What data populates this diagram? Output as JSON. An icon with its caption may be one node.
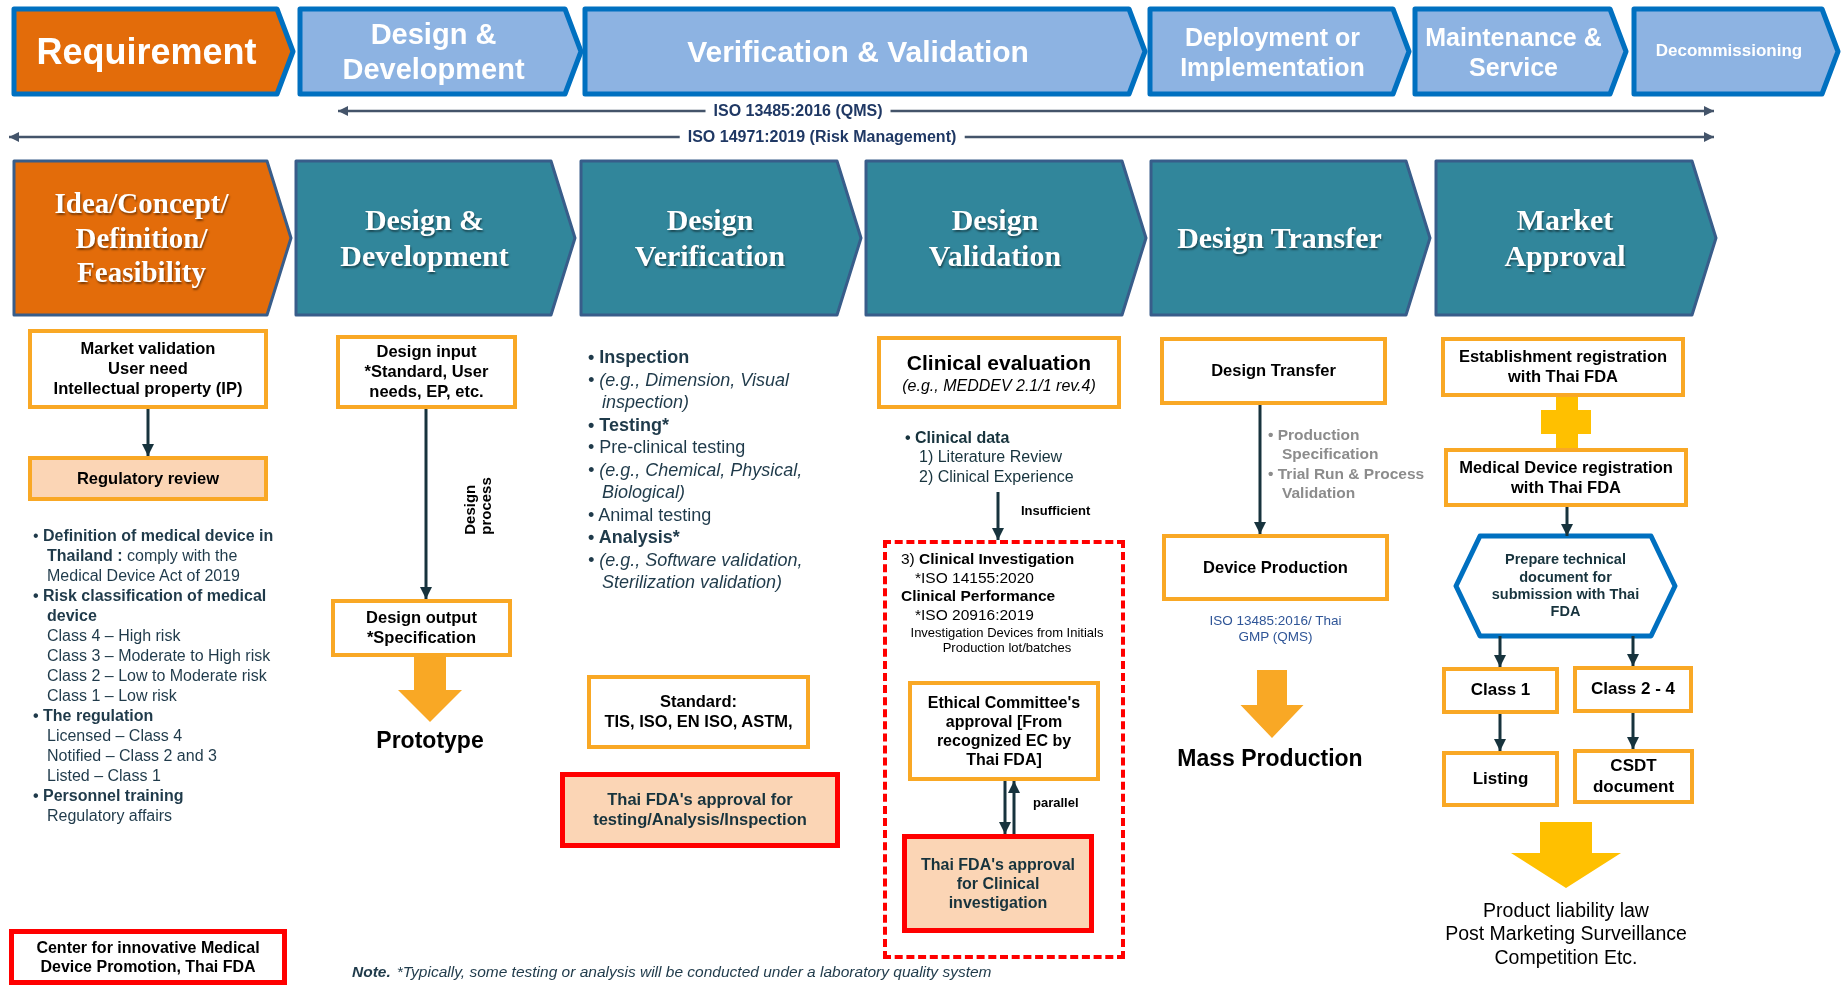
{
  "diagram": {
    "nodes": [
      {
        "text": [
          "Requirement"
        ]
      },
      {
        "text": [
          "Design & Development"
        ]
      },
      {
        "text": [
          "Verification & Validation"
        ]
      },
      {
        "text": [
          "Deployment or Implementation"
        ]
      },
      {
        "text": [
          "Maintenance & Service"
        ]
      },
      {
        "text": [
          "Decommissioning"
        ]
      },
      {
        "text": [
          "Idea/Concept/ Definition/ Feasibility"
        ]
      },
      {
        "text": [
          "Design & Development"
        ]
      },
      {
        "text": [
          "Design Verification"
        ]
      },
      {
        "text": [
          "Design Validation"
        ]
      },
      {
        "text": [
          "Design Transfer"
        ]
      },
      {
        "text": [
          "Market Approval"
        ]
      },
      {
        "text": [
          "Market validation",
          "User need",
          "Intellectual property (IP)"
        ]
      },
      {
        "text": [
          "Regulatory review"
        ]
      },
      {
        "text": [
          "Center for innovative Medical Device Promotion, Thai FDA"
        ]
      },
      {
        "text": [
          "Design input",
          "*Standard, User needs, EP, etc."
        ]
      },
      {
        "text": [
          "Design output",
          "*Specification"
        ]
      },
      {
        "text": [
          "Prototype"
        ]
      },
      {
        "text": [
          "Standard:",
          "TIS, ISO, EN ISO, ASTM,"
        ]
      },
      {
        "text": [
          "Thai FDA's approval for testing/Analysis/Inspection"
        ]
      },
      {
        "text": [
          "Clinical evaluation",
          "(e.g., MEDDEV 2.1/1 rev.4)"
        ]
      },
      {
        "text": [
          "• Clinical data",
          "1) Literature Review",
          "2) Clinical Experience"
        ]
      },
      {
        "text": [
          "3) **Clinical Investigation**",
          "*ISO 14155:2020",
          "Clinical Performance",
          "*ISO 20916:2019",
          "Investigation Devices from Initials Production lot/batches"
        ]
      },
      {
        "text": [
          "Ethical Committee's approval [From recognized EC by Thai FDA]"
        ],
        "in": 22
      },
      {
        "text": [
          "Thai FDA's approval for Clinical investigation"
        ],
        "in": 22
      },
      {
        "text": [
          "Design Transfer"
        ]
      },
      {
        "text": [
          "Device Production"
        ],
        "beside": [
          "ISO 13485:2016/ Thai GMP (QMS)"
        ]
      },
      {
        "text": [
          "Mass Production"
        ]
      },
      {
        "text": [
          "Establishment registration with Thai FDA"
        ]
      },
      {
        "text": [
          "Medical Device registration with Thai FDA"
        ]
      },
      {
        "text": [
          "Prepare technical document for submission with Thai FDA"
        ]
      },
      {
        "text": [
          "Class 1"
        ]
      },
      {
        "text": [
          "Class 2 - 4"
        ]
      },
      {
        "text": [
          "Listing"
        ]
      },
      {
        "text": [
          "CSDT document"
        ]
      },
      {
        "text": [
          "Product liability law",
          "Post Marketing Surveillance",
          "Competition Etc."
        ]
      }
    ],
    "edges": [
      {
        "from": 12,
        "to": 13,
        "arrow": "to"
      },
      {
        "from": 15,
        "to": 16,
        "arrow": "to",
        "label": "Design process"
      },
      {
        "from": 16,
        "to": 17,
        "arrow": "to",
        "style": "thick",
        "color": "#f9a825"
      },
      {
        "from": 21,
        "to": 22,
        "arrow": "to",
        "label": "Insufficient"
      },
      {
        "from": 23,
        "to": 24,
        "arrow": "to",
        "label": "parallel"
      },
      {
        "from": 24,
        "to": 23,
        "arrow": "to"
      },
      {
        "from": 25,
        "to": 26,
        "arrow": "to"
      },
      {
        "from": 26,
        "to": 27,
        "arrow": "to",
        "style": "thick",
        "color": "#f9a825"
      },
      {
        "from": 29,
        "to": 30,
        "arrow": "to"
      },
      {
        "from": 30,
        "to": 31,
        "arrow": "to"
      },
      {
        "from": 30,
        "to": 32,
        "arrow": "to"
      },
      {
        "from": 31,
        "to": 33,
        "arrow": "to"
      },
      {
        "from": 32,
        "to": 34,
        "arrow": "to"
      },
      {
        "from": null,
        "to": 35,
        "arrow": "to",
        "style": "thick",
        "color": "#ffc000"
      },
      {
        "from": 1,
        "to": 5,
        "arrow": "both",
        "label": "ISO 13485:2016 (QMS)",
        "color": "#44546a"
      },
      {
        "from": 0,
        "to": 5,
        "arrow": "both",
        "label": "ISO 14971:2019 (Risk Management)",
        "color": "#44546a"
      }
    ],
    "labels": [
      "• **Definition of medical device in Thailand :** comply with the Medical Device Act of 2019",
      "• Risk classification of medical device",
      "Class 4 – High risk",
      "Class 3 – Moderate to High risk",
      "Class 2 – Low to Moderate risk",
      "Class 1 – Low risk",
      "• The regulation",
      "Licensed – Class 4",
      "Notified – Class 2 and 3",
      "Listed – Class 1",
      "• Personnel training",
      "Regulatory affairs",
      "• Inspection",
      "• (e.g., Dimension, Visual inspection)",
      "• Testing*",
      "• Pre-clinical testing",
      "• (e.g., Chemical, Physical, Biological)",
      "• Animal testing",
      "• Analysis*",
      "• (e.g., Software validation, Sterilization validation)",
      "• Production Specification",
      "• Trial Run & Process Validation",
      "Note.",
      "*Typically, some testing or analysis will be conducted under a laboratory quality system"
    ]
  }
}
